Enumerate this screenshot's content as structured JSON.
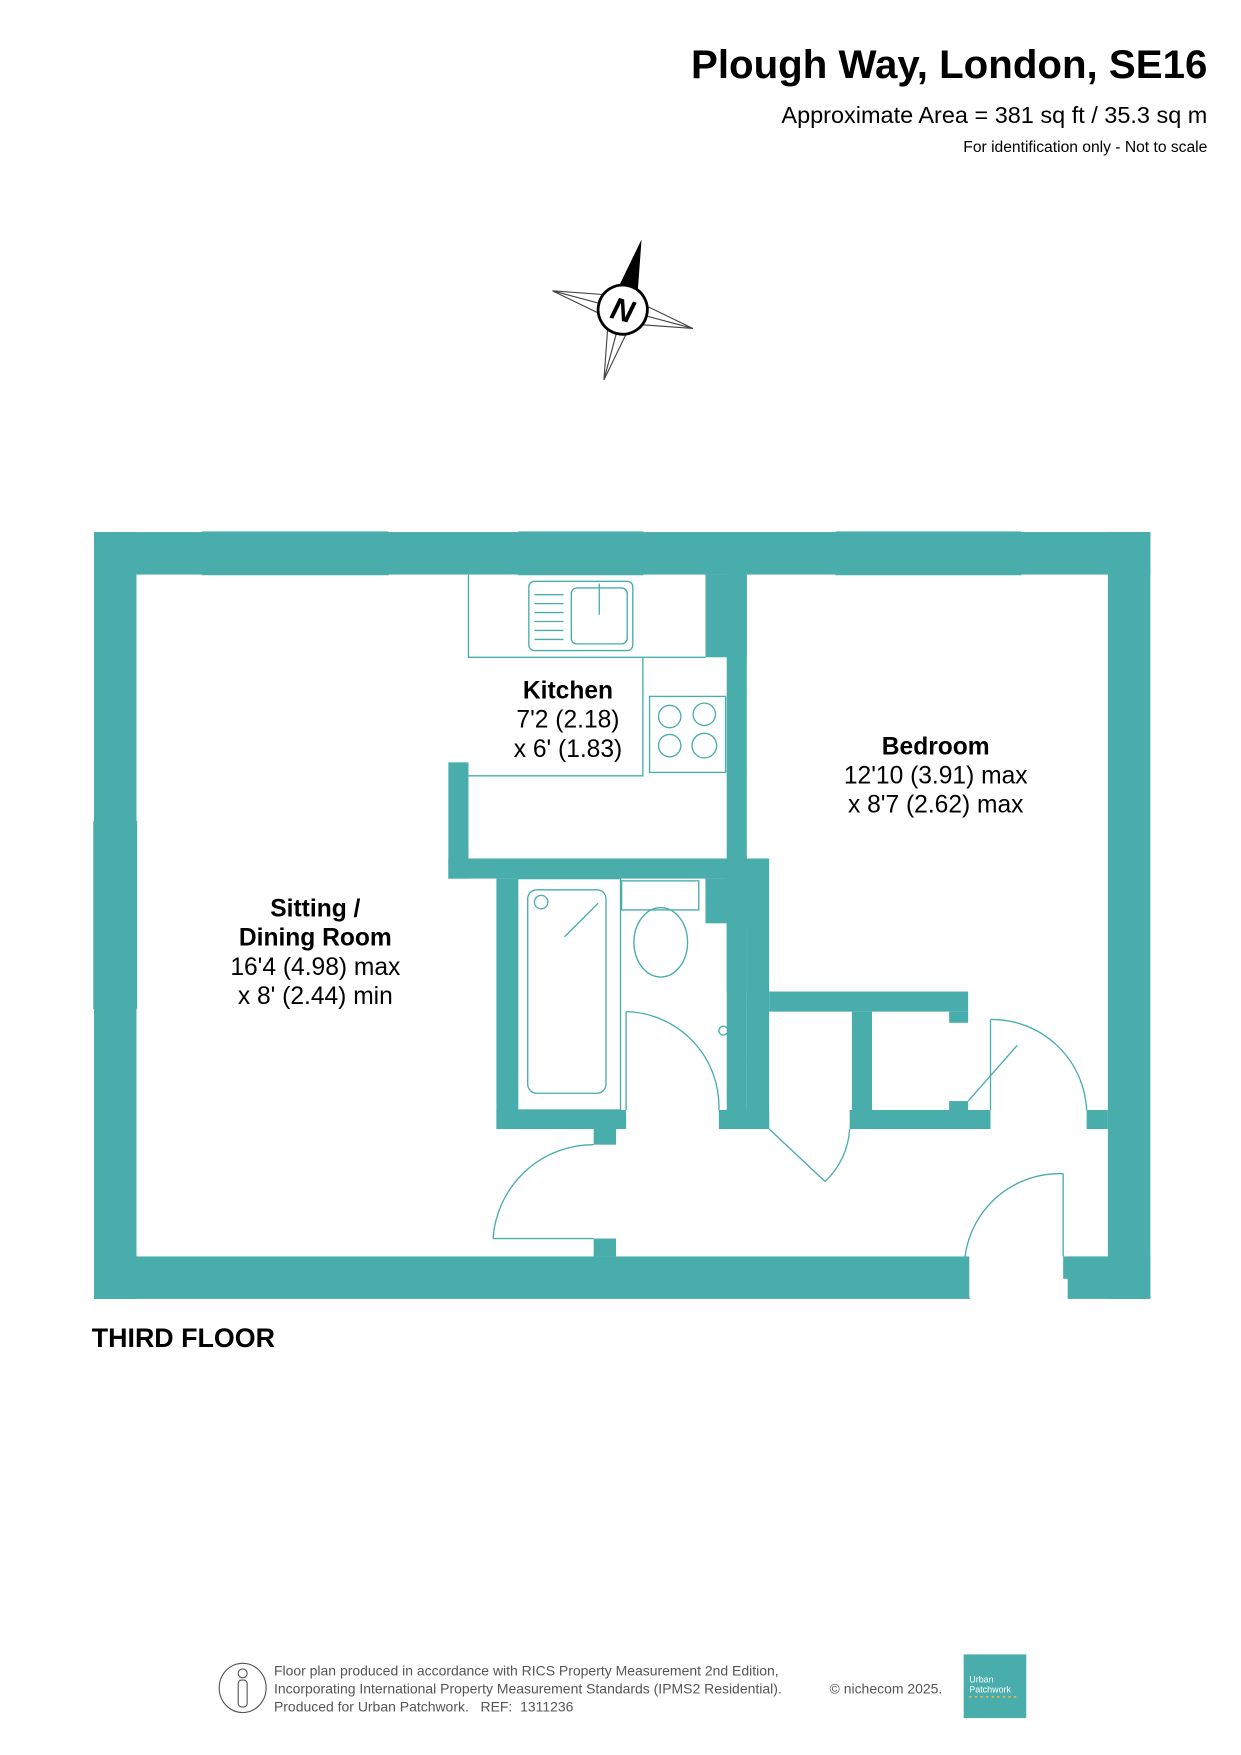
{
  "header": {
    "title": "Plough Way, London, SE16",
    "area": "Approximate Area = 381 sq ft / 35.3 sq m",
    "disclaimer": "For identification only - Not to scale"
  },
  "compass": {
    "label": "N"
  },
  "rooms": [
    {
      "name": "Kitchen",
      "dim1": "7'2 (2.18)",
      "dim2": "x 6' (1.83)"
    },
    {
      "name": "Bedroom",
      "dim1": "12'10 (3.91) max",
      "dim2": "x 8'7 (2.62) max"
    },
    {
      "name_line1": "Sitting /",
      "name_line2": "Dining Room",
      "dim1": "16'4 (4.98) max",
      "dim2": "x 8' (2.44) min"
    }
  ],
  "floor_label": "THIRD FLOOR",
  "footer": {
    "line1": "Floor plan produced in accordance with RICS Property Measurement 2nd Edition,",
    "line2": "Incorporating International Property Measurement Standards (IPMS2 Residential).",
    "copyright": "© nichecom 2025.",
    "line3": "Produced for Urban Patchwork.   REF:  1311236",
    "logo_line1": "Urban",
    "logo_line2": "Patchwork"
  },
  "colors": {
    "wall": "#48adab"
  }
}
